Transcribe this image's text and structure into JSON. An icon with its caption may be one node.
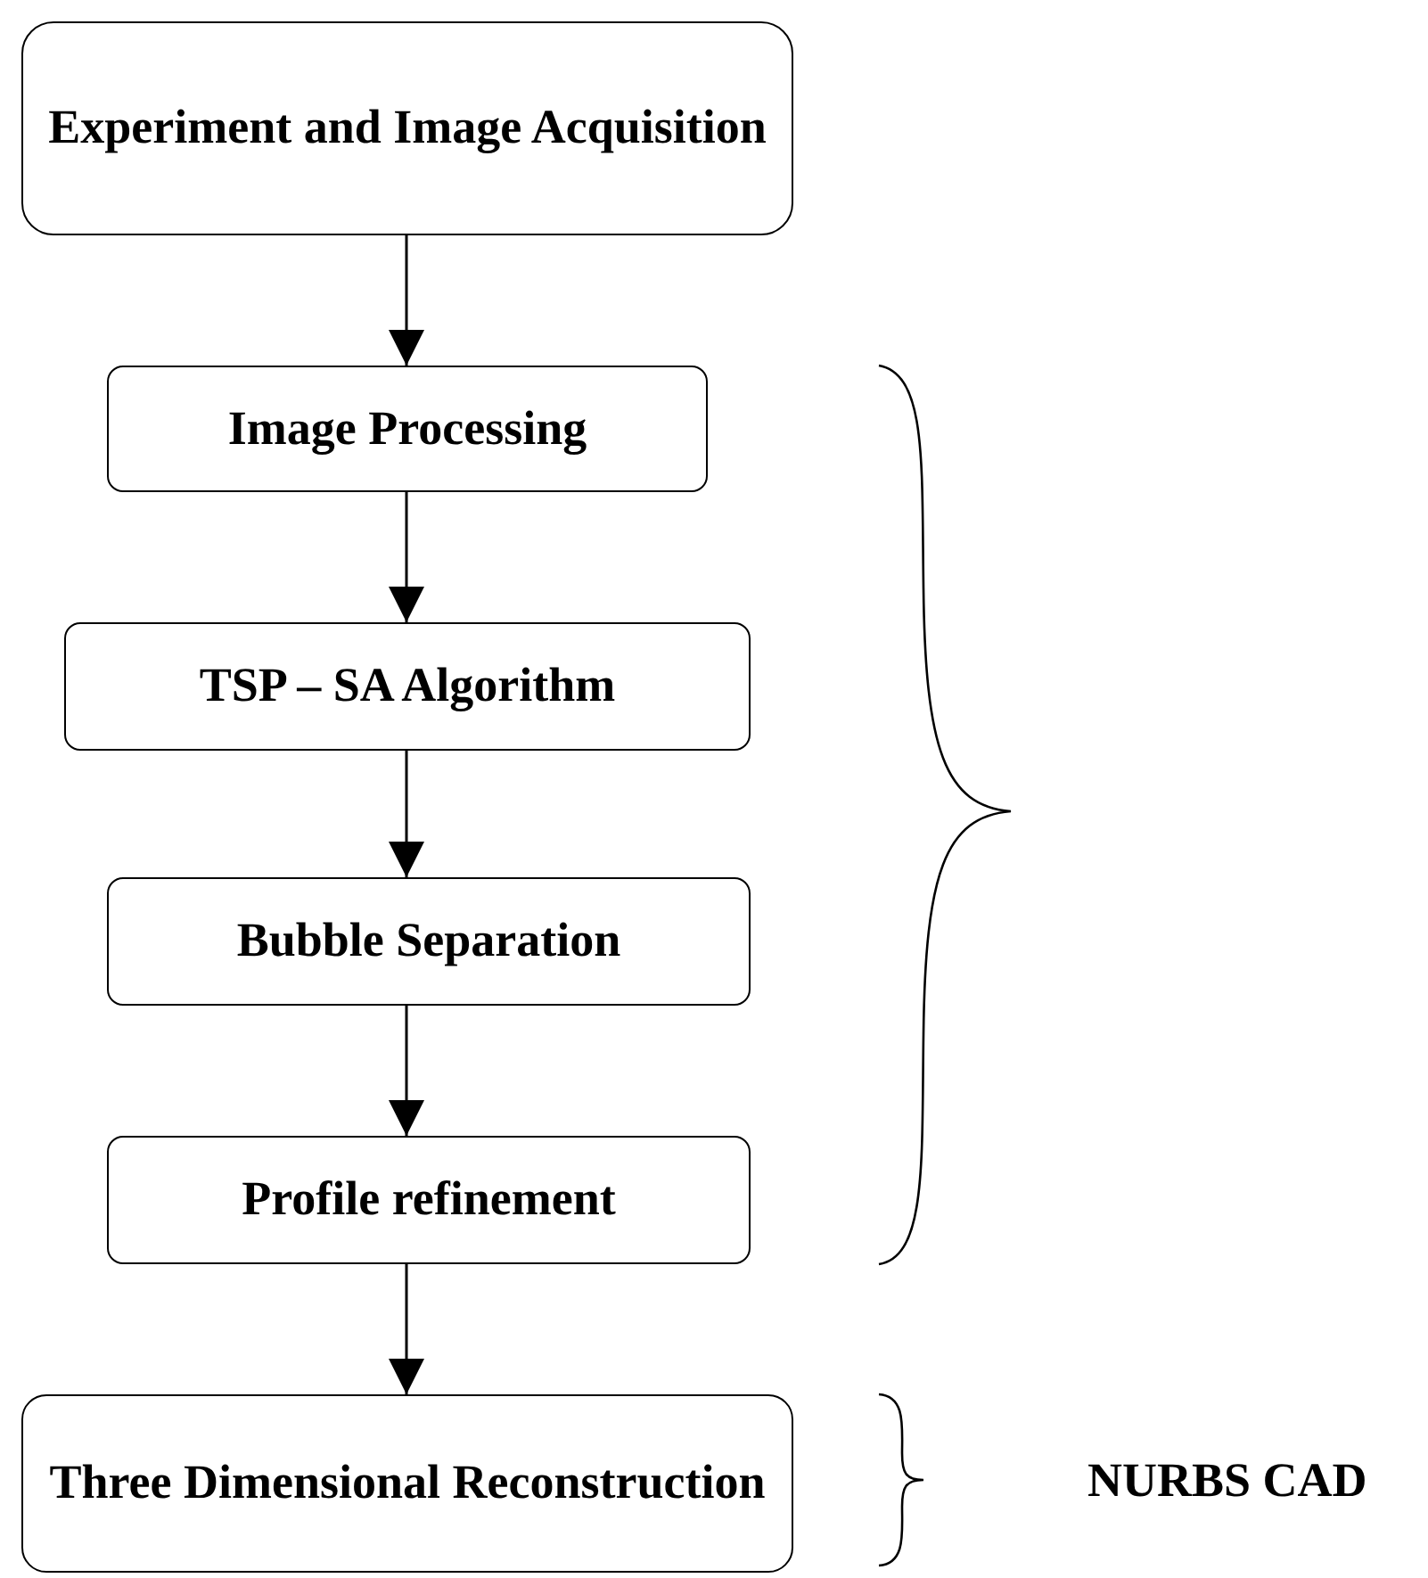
{
  "diagram": {
    "nodes": [
      {
        "text": [
          "Experiment and Image Acquisition"
        ]
      },
      {
        "text": [
          "Image Processing"
        ]
      },
      {
        "text": [
          "TSP – SA Algorithm"
        ]
      },
      {
        "text": [
          "Bubble Separation"
        ]
      },
      {
        "text": [
          "Profile refinement"
        ]
      },
      {
        "text": [
          "Three Dimensional Reconstruction"
        ]
      }
    ],
    "edges": [
      {
        "from": 0,
        "to": 1,
        "arrow": "to"
      },
      {
        "from": 1,
        "to": 2,
        "arrow": "to"
      },
      {
        "from": 2,
        "to": 3,
        "arrow": "to"
      },
      {
        "from": 3,
        "to": 4,
        "arrow": "to"
      },
      {
        "from": 4,
        "to": 5,
        "arrow": "to"
      }
    ],
    "labels": [
      "NURBS CAD"
    ]
  }
}
